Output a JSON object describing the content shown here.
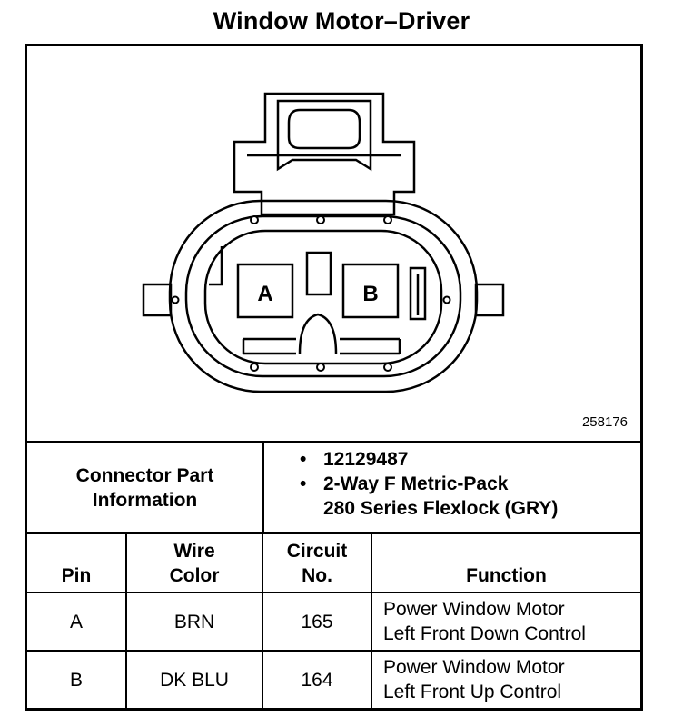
{
  "title": "Window Motor–Driver",
  "figure_number": "258176",
  "connector": {
    "pin_labels": [
      "A",
      "B"
    ]
  },
  "connector_info": {
    "label_line1": "Connector Part",
    "label_line2": "Information",
    "part_number": "12129487",
    "description_line1": "2-Way F Metric-Pack",
    "description_line2": "280 Series Flexlock (GRY)"
  },
  "table": {
    "headers": {
      "pin": "Pin",
      "wire_color_line1": "Wire",
      "wire_color_line2": "Color",
      "circuit_line1": "Circuit",
      "circuit_line2": "No.",
      "function": "Function"
    },
    "rows": [
      {
        "pin": "A",
        "wire_color": "BRN",
        "circuit": "165",
        "function_line1": "Power Window Motor",
        "function_line2": "Left Front Down Control"
      },
      {
        "pin": "B",
        "wire_color": "DK BLU",
        "circuit": "164",
        "function_line1": "Power Window Motor",
        "function_line2": "Left Front Up Control"
      }
    ]
  }
}
